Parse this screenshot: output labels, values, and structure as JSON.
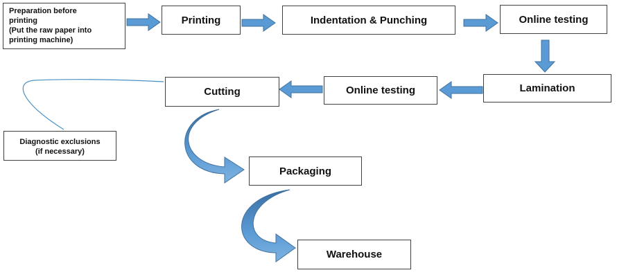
{
  "steps": {
    "preparation": "Preparation before\nprinting\n(Put the raw paper into\nprinting machine)",
    "printing": "Printing",
    "indentation": "Indentation & Punching",
    "online_testing_1": "Online testing",
    "lamination": "Lamination",
    "online_testing_2": "Online testing",
    "cutting": "Cutting",
    "packaging": "Packaging",
    "warehouse": "Warehouse"
  },
  "note": "Diagnostic exclusions\n    (if necessary)",
  "colors": {
    "arrow_fill": "#5b9bd5",
    "arrow_dark": "#41719c",
    "box_border": "#3f3f3f",
    "connector": "#4a90c4"
  }
}
